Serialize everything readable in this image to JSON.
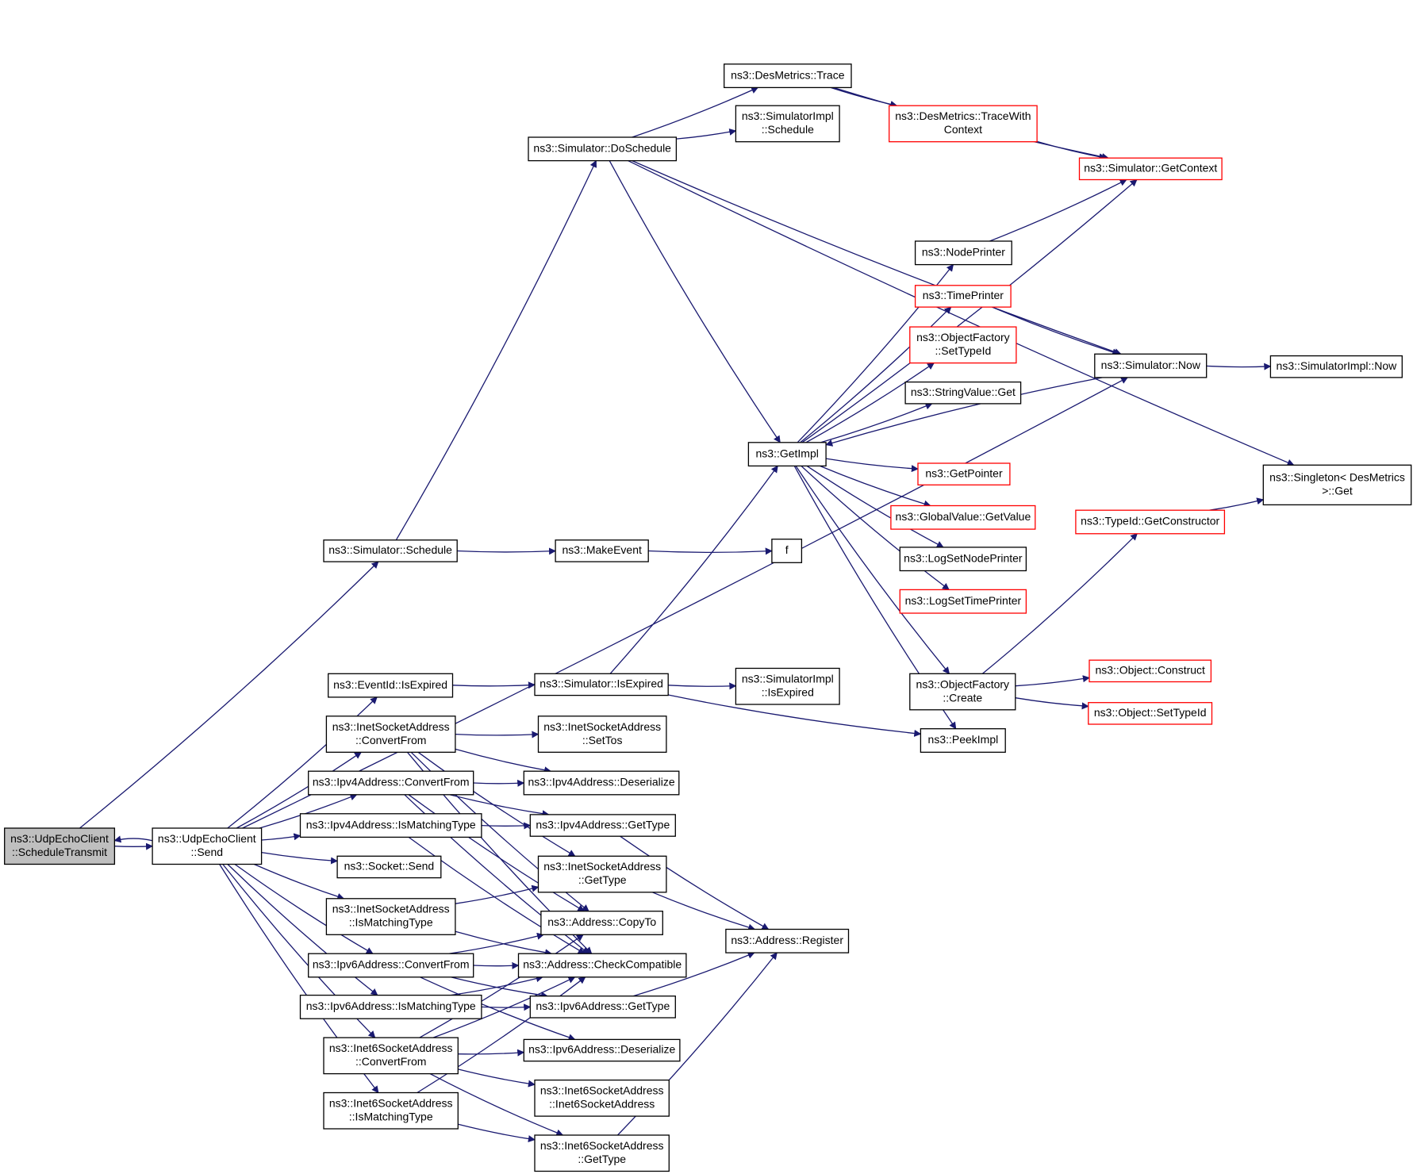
{
  "nodes": [
    {
      "id": "n0",
      "lines": [
        "ns3::UdpEchoClient",
        "::ScheduleTransmit"
      ],
      "style": "root"
    },
    {
      "id": "n1",
      "lines": [
        "ns3::UdpEchoClient",
        "::Send"
      ],
      "style": "black"
    },
    {
      "id": "n2",
      "lines": [
        "ns3::Simulator::Schedule"
      ],
      "style": "black"
    },
    {
      "id": "n3",
      "lines": [
        "ns3::Simulator::DoSchedule"
      ],
      "style": "black"
    },
    {
      "id": "n4",
      "lines": [
        "ns3::DesMetrics::Trace"
      ],
      "style": "black"
    },
    {
      "id": "n5",
      "lines": [
        "ns3::SimulatorImpl",
        "::Schedule"
      ],
      "style": "black"
    },
    {
      "id": "n6",
      "lines": [
        "ns3::DesMetrics::TraceWith",
        "Context"
      ],
      "style": "red"
    },
    {
      "id": "n7",
      "lines": [
        "ns3::Simulator::GetContext"
      ],
      "style": "red"
    },
    {
      "id": "n8",
      "lines": [
        "ns3::NodePrinter"
      ],
      "style": "black"
    },
    {
      "id": "n9",
      "lines": [
        "ns3::TimePrinter"
      ],
      "style": "red"
    },
    {
      "id": "n10",
      "lines": [
        "ns3::ObjectFactory",
        "::SetTypeId"
      ],
      "style": "red"
    },
    {
      "id": "n11",
      "lines": [
        "ns3::StringValue::Get"
      ],
      "style": "black"
    },
    {
      "id": "n12",
      "lines": [
        "ns3::GetImpl"
      ],
      "style": "black"
    },
    {
      "id": "n13",
      "lines": [
        "ns3::GetPointer"
      ],
      "style": "red"
    },
    {
      "id": "n14",
      "lines": [
        "ns3::GlobalValue::GetValue"
      ],
      "style": "red"
    },
    {
      "id": "n15",
      "lines": [
        "ns3::LogSetNodePrinter"
      ],
      "style": "black"
    },
    {
      "id": "n16",
      "lines": [
        "ns3::LogSetTimePrinter"
      ],
      "style": "red"
    },
    {
      "id": "n17",
      "lines": [
        "ns3::Simulator::Now"
      ],
      "style": "black"
    },
    {
      "id": "n18",
      "lines": [
        "ns3::SimulatorImpl::Now"
      ],
      "style": "black"
    },
    {
      "id": "n19",
      "lines": [
        "ns3::Singleton< DesMetrics",
        ">::Get"
      ],
      "style": "black"
    },
    {
      "id": "n20",
      "lines": [
        "ns3::TypeId::GetConstructor"
      ],
      "style": "red"
    },
    {
      "id": "n21",
      "lines": [
        "ns3::MakeEvent"
      ],
      "style": "black"
    },
    {
      "id": "n22",
      "lines": [
        "f"
      ],
      "style": "black"
    },
    {
      "id": "n23",
      "lines": [
        "ns3::EventId::IsExpired"
      ],
      "style": "black"
    },
    {
      "id": "n24",
      "lines": [
        "ns3::Simulator::IsExpired"
      ],
      "style": "black"
    },
    {
      "id": "n25",
      "lines": [
        "ns3::SimulatorImpl",
        "::IsExpired"
      ],
      "style": "black"
    },
    {
      "id": "n26",
      "lines": [
        "ns3::ObjectFactory",
        "::Create"
      ],
      "style": "black"
    },
    {
      "id": "n27",
      "lines": [
        "ns3::Object::Construct"
      ],
      "style": "red"
    },
    {
      "id": "n28",
      "lines": [
        "ns3::Object::SetTypeId"
      ],
      "style": "red"
    },
    {
      "id": "n29",
      "lines": [
        "ns3::PeekImpl"
      ],
      "style": "black"
    },
    {
      "id": "n30",
      "lines": [
        "ns3::InetSocketAddress",
        "::ConvertFrom"
      ],
      "style": "black"
    },
    {
      "id": "n31",
      "lines": [
        "ns3::InetSocketAddress",
        "::SetTos"
      ],
      "style": "black"
    },
    {
      "id": "n32",
      "lines": [
        "ns3::Ipv4Address::ConvertFrom"
      ],
      "style": "black"
    },
    {
      "id": "n33",
      "lines": [
        "ns3::Ipv4Address::Deserialize"
      ],
      "style": "black"
    },
    {
      "id": "n34",
      "lines": [
        "ns3::Ipv4Address::IsMatchingType"
      ],
      "style": "black"
    },
    {
      "id": "n35",
      "lines": [
        "ns3::Ipv4Address::GetType"
      ],
      "style": "black"
    },
    {
      "id": "n36",
      "lines": [
        "ns3::Socket::Send"
      ],
      "style": "black"
    },
    {
      "id": "n37",
      "lines": [
        "ns3::InetSocketAddress",
        "::GetType"
      ],
      "style": "black"
    },
    {
      "id": "n38",
      "lines": [
        "ns3::InetSocketAddress",
        "::IsMatchingType"
      ],
      "style": "black"
    },
    {
      "id": "n39",
      "lines": [
        "ns3::Address::CopyTo"
      ],
      "style": "black"
    },
    {
      "id": "n40",
      "lines": [
        "ns3::Address::Register"
      ],
      "style": "black"
    },
    {
      "id": "n41",
      "lines": [
        "ns3::Ipv6Address::ConvertFrom"
      ],
      "style": "black"
    },
    {
      "id": "n42",
      "lines": [
        "ns3::Address::CheckCompatible"
      ],
      "style": "black"
    },
    {
      "id": "n43",
      "lines": [
        "ns3::Ipv6Address::IsMatchingType"
      ],
      "style": "black"
    },
    {
      "id": "n44",
      "lines": [
        "ns3::Ipv6Address::GetType"
      ],
      "style": "black"
    },
    {
      "id": "n45",
      "lines": [
        "ns3::Inet6SocketAddress",
        "::ConvertFrom"
      ],
      "style": "black"
    },
    {
      "id": "n46",
      "lines": [
        "ns3::Ipv6Address::Deserialize"
      ],
      "style": "black"
    },
    {
      "id": "n47",
      "lines": [
        "ns3::Inet6SocketAddress",
        "::Inet6SocketAddress"
      ],
      "style": "black"
    },
    {
      "id": "n48",
      "lines": [
        "ns3::Inet6SocketAddress",
        "::IsMatchingType"
      ],
      "style": "black"
    },
    {
      "id": "n49",
      "lines": [
        "ns3::Inet6SocketAddress",
        "::GetType"
      ],
      "style": "black"
    }
  ],
  "edges": [
    [
      "n0",
      "n1"
    ],
    [
      "n1",
      "n0"
    ],
    [
      "n0",
      "n2"
    ],
    [
      "n2",
      "n3"
    ],
    [
      "n2",
      "n21"
    ],
    [
      "n21",
      "n22"
    ],
    [
      "n3",
      "n4"
    ],
    [
      "n3",
      "n5"
    ],
    [
      "n3",
      "n12"
    ],
    [
      "n3",
      "n17"
    ],
    [
      "n3",
      "n19"
    ],
    [
      "n4",
      "n6"
    ],
    [
      "n4",
      "n7"
    ],
    [
      "n6",
      "n7"
    ],
    [
      "n12",
      "n7"
    ],
    [
      "n12",
      "n8"
    ],
    [
      "n12",
      "n9"
    ],
    [
      "n12",
      "n10"
    ],
    [
      "n12",
      "n11"
    ],
    [
      "n12",
      "n13"
    ],
    [
      "n12",
      "n14"
    ],
    [
      "n12",
      "n15"
    ],
    [
      "n12",
      "n16"
    ],
    [
      "n12",
      "n26"
    ],
    [
      "n12",
      "n29"
    ],
    [
      "n8",
      "n7"
    ],
    [
      "n9",
      "n17"
    ],
    [
      "n17",
      "n12"
    ],
    [
      "n17",
      "n18"
    ],
    [
      "n26",
      "n20"
    ],
    [
      "n26",
      "n27"
    ],
    [
      "n26",
      "n28"
    ],
    [
      "n20",
      "n19"
    ],
    [
      "n1",
      "n17"
    ],
    [
      "n1",
      "n23"
    ],
    [
      "n23",
      "n24"
    ],
    [
      "n24",
      "n12"
    ],
    [
      "n24",
      "n25"
    ],
    [
      "n24",
      "n29"
    ],
    [
      "n1",
      "n30"
    ],
    [
      "n1",
      "n32"
    ],
    [
      "n1",
      "n34"
    ],
    [
      "n1",
      "n36"
    ],
    [
      "n1",
      "n38"
    ],
    [
      "n1",
      "n41"
    ],
    [
      "n1",
      "n43"
    ],
    [
      "n1",
      "n45"
    ],
    [
      "n1",
      "n48"
    ],
    [
      "n30",
      "n31"
    ],
    [
      "n30",
      "n33"
    ],
    [
      "n30",
      "n37"
    ],
    [
      "n30",
      "n39"
    ],
    [
      "n30",
      "n42"
    ],
    [
      "n32",
      "n33"
    ],
    [
      "n32",
      "n35"
    ],
    [
      "n32",
      "n39"
    ],
    [
      "n32",
      "n42"
    ],
    [
      "n34",
      "n35"
    ],
    [
      "n34",
      "n42"
    ],
    [
      "n38",
      "n37"
    ],
    [
      "n38",
      "n42"
    ],
    [
      "n35",
      "n40"
    ],
    [
      "n37",
      "n40"
    ],
    [
      "n44",
      "n40"
    ],
    [
      "n49",
      "n40"
    ],
    [
      "n41",
      "n39"
    ],
    [
      "n41",
      "n42"
    ],
    [
      "n41",
      "n44"
    ],
    [
      "n41",
      "n46"
    ],
    [
      "n43",
      "n44"
    ],
    [
      "n43",
      "n42"
    ],
    [
      "n45",
      "n39"
    ],
    [
      "n45",
      "n42"
    ],
    [
      "n45",
      "n46"
    ],
    [
      "n45",
      "n47"
    ],
    [
      "n45",
      "n49"
    ],
    [
      "n48",
      "n42"
    ],
    [
      "n48",
      "n49"
    ]
  ]
}
